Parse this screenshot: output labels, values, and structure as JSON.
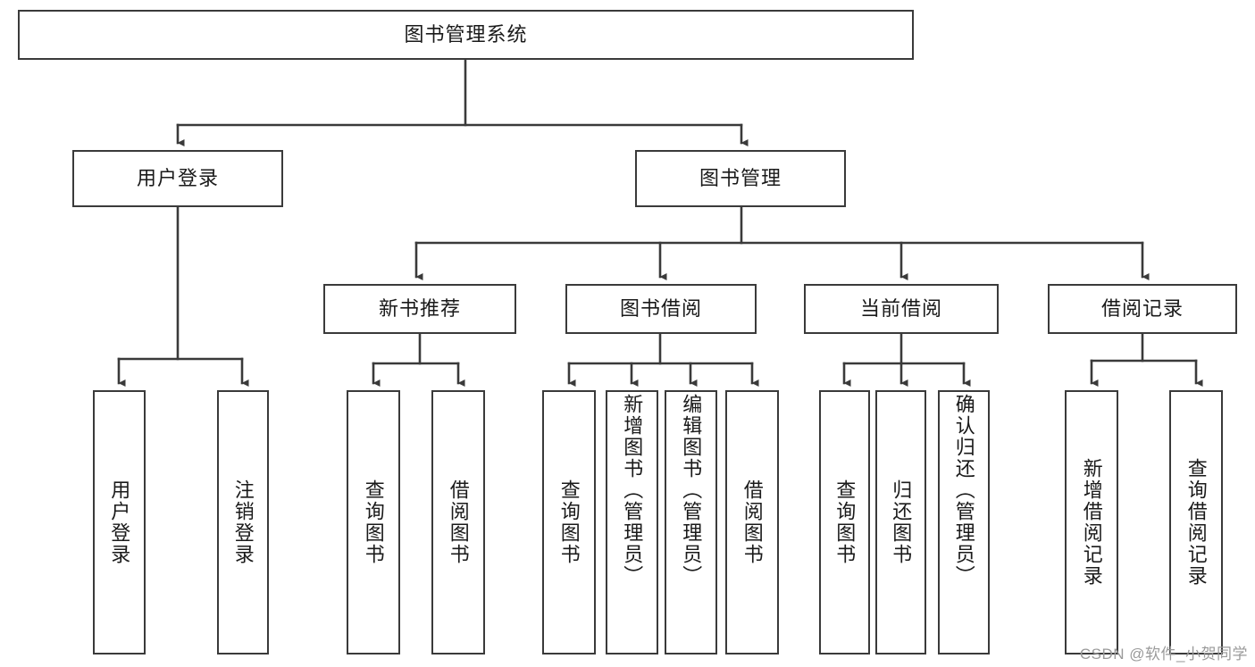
{
  "diagram": {
    "type": "tree-hierarchy",
    "title": "图书管理系统",
    "root": {
      "id": "root",
      "label": "图书管理系统"
    },
    "level1": [
      {
        "id": "user-login",
        "label": "用户登录"
      },
      {
        "id": "book-manage",
        "label": "图书管理"
      }
    ],
    "level2": [
      {
        "id": "new-book-recommend",
        "label": "新书推荐",
        "parent": "book-manage"
      },
      {
        "id": "book-borrow",
        "label": "图书借阅",
        "parent": "book-manage"
      },
      {
        "id": "current-borrow",
        "label": "当前借阅",
        "parent": "book-manage"
      },
      {
        "id": "borrow-record",
        "label": "借阅记录",
        "parent": "book-manage"
      }
    ],
    "leaves": {
      "user-login": [
        {
          "id": "leaf-user-login",
          "label": "用户登录"
        },
        {
          "id": "leaf-logout",
          "label": "注销登录"
        }
      ],
      "new-book-recommend": [
        {
          "id": "leaf-query-book-1",
          "label": "查询图书"
        },
        {
          "id": "leaf-borrow-book-1",
          "label": "借阅图书"
        }
      ],
      "book-borrow": [
        {
          "id": "leaf-query-book-2",
          "label": "查询图书"
        },
        {
          "id": "leaf-add-book",
          "label": "新增图书（管理员）"
        },
        {
          "id": "leaf-edit-book",
          "label": "编辑图书（管理员）"
        },
        {
          "id": "leaf-borrow-book-2",
          "label": "借阅图书"
        }
      ],
      "current-borrow": [
        {
          "id": "leaf-query-book-3",
          "label": "查询图书"
        },
        {
          "id": "leaf-return-book",
          "label": "归还图书"
        },
        {
          "id": "leaf-confirm-return",
          "label": "确认归还（管理员）"
        }
      ],
      "borrow-record": [
        {
          "id": "leaf-add-record",
          "label": "新增借阅记录"
        },
        {
          "id": "leaf-query-record",
          "label": "查询借阅记录"
        }
      ]
    }
  },
  "watermark": {
    "text": "CSDN @软件_小贺同学"
  },
  "colors": {
    "stroke": "#3a3a3a",
    "background": "#ffffff",
    "text": "#1a1a1a",
    "watermark": "#9a9a9a"
  }
}
